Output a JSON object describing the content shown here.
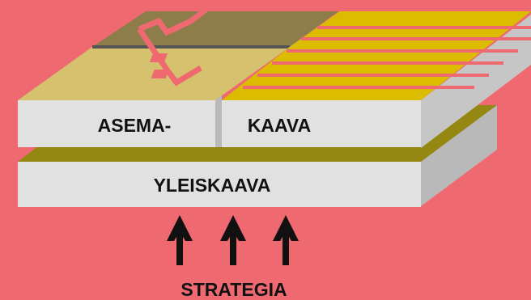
{
  "diagram": {
    "layers": {
      "upper_left_label": "ASEMA-",
      "upper_right_label": "KAAVA",
      "lower_label": "YLEISKAAVA"
    },
    "input_label": "STRATEGIA",
    "arrow_count": 3
  },
  "colors": {
    "background": "#ee6a70",
    "slab_face": "#e1e1e1",
    "slab_side": "#b9b9b9",
    "yellow_top": "#dcbc00",
    "khaki_top": "#d6c26e",
    "olive_plane": "#958812",
    "dark_olive": "#8d7d4a",
    "stripe": "#ee6a70",
    "text": "#111111"
  }
}
